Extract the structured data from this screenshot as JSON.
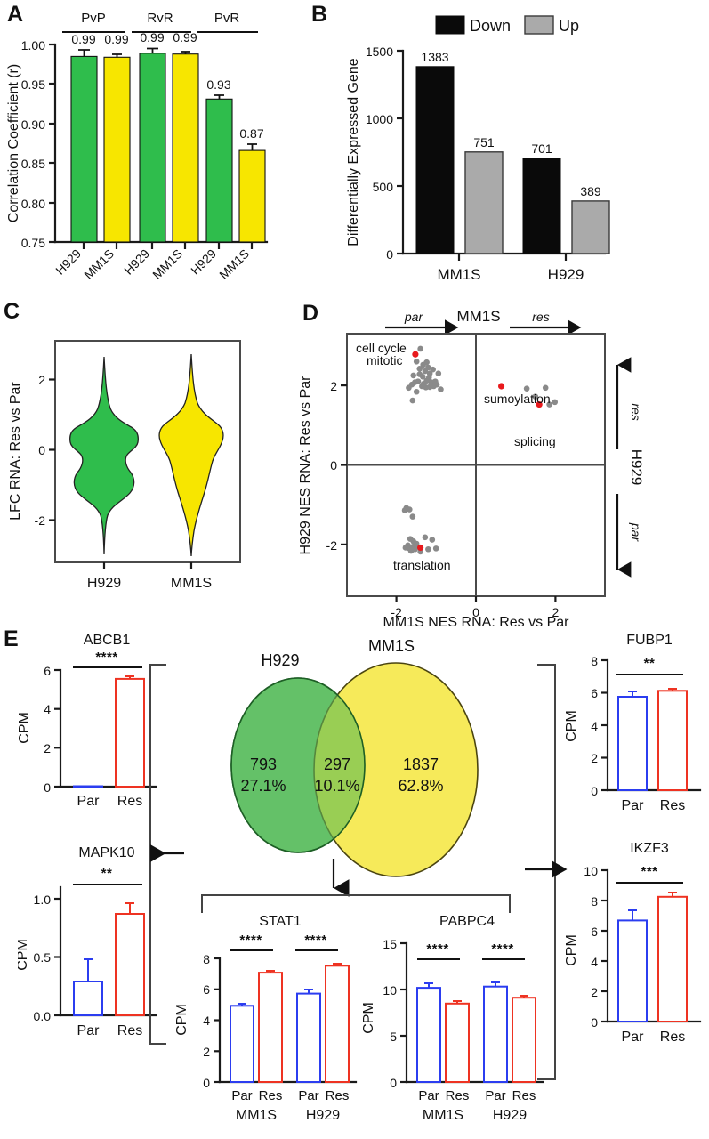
{
  "panels": {
    "a": {
      "letter": "A"
    },
    "b": {
      "letter": "B"
    },
    "c": {
      "letter": "C"
    },
    "d": {
      "letter": "D"
    },
    "e": {
      "letter": "E"
    }
  },
  "colors": {
    "green": "#2fbd4c",
    "yellow": "#f7e600",
    "venn_green": "#5fbf63",
    "venn_yellow": "#f5e63d",
    "black": "#0a0a0a",
    "gray": "#aaaaaa",
    "blue": "#2b3df0",
    "red": "#ee3322",
    "highlight_red": "#e8191c"
  },
  "chart_data": [
    {
      "id": "panel-a",
      "type": "bar",
      "title": "",
      "ylabel": "Correlation Coefficient (r)",
      "xlabel": "",
      "ylim": [
        0.75,
        1.0
      ],
      "yticks": [
        "0.75",
        "0.80",
        "0.85",
        "0.90",
        "0.95",
        "1.00"
      ],
      "group_headers": [
        "PvP",
        "RvR",
        "PvR"
      ],
      "categories": [
        "H929",
        "MM1S",
        "H929",
        "MM1S",
        "H929",
        "MM1S"
      ],
      "values": [
        0.985,
        0.984,
        0.989,
        0.988,
        0.931,
        0.866
      ],
      "errors": [
        0.003,
        0.001,
        0.002,
        0.001,
        0.002,
        0.003
      ],
      "data_labels": [
        "0.99",
        "0.99",
        "0.99",
        "0.99",
        "0.93",
        "0.87"
      ],
      "bar_colors": [
        "green",
        "yellow",
        "green",
        "yellow",
        "green",
        "yellow"
      ],
      "grid": false
    },
    {
      "id": "panel-b",
      "type": "bar",
      "title": "",
      "ylabel": "Differentially Expressed Gene",
      "xlabel": "",
      "ylim": [
        0,
        1500
      ],
      "yticks": [
        "0",
        "500",
        "1000",
        "1500"
      ],
      "categories": [
        "MM1S",
        "H929"
      ],
      "legend": [
        "Down",
        "Up"
      ],
      "legend_position": "top",
      "series": [
        {
          "name": "Down",
          "values": [
            1383,
            701
          ],
          "color": "black"
        },
        {
          "name": "Up",
          "values": [
            751,
            389
          ],
          "color": "gray"
        }
      ],
      "data_labels": [
        "1383",
        "751",
        "701",
        "389"
      ],
      "grid": false
    },
    {
      "id": "panel-c",
      "type": "violin",
      "title": "",
      "ylabel": "LFC RNA: Res vs Par",
      "xlabel": "",
      "ylim": [
        -3.2,
        3.1
      ],
      "yticks": [
        "-2",
        "0",
        "2"
      ],
      "categories": [
        "H929",
        "MM1S"
      ],
      "violin_colors": [
        "green",
        "yellow"
      ],
      "grid": false
    },
    {
      "id": "panel-d",
      "type": "scatter",
      "title": "MM1S",
      "xlabel": "MM1S NES RNA: Res vs Par",
      "ylabel": "H929 NES RNA: Res vs Par",
      "right_axis_label": "H929",
      "xlim": [
        -3.3,
        3.3
      ],
      "ylim": [
        -3.3,
        3.3
      ],
      "xticks": [
        "-2",
        "0",
        "2"
      ],
      "yticks": [
        "-2",
        "0",
        "2"
      ],
      "top_left_arrow_label": "par",
      "top_right_arrow_label": "res",
      "right_up_arrow_label": "res",
      "right_down_arrow_label": "par",
      "annotations": [
        {
          "label": "cell cycle",
          "x": -1.55,
          "y": 2.78
        },
        {
          "label": "mitotic",
          "x": -1.55,
          "y": 2.7
        },
        {
          "label": "sumoylation",
          "x": 0.65,
          "y": 1.98
        },
        {
          "label": "splicing",
          "x": 1.62,
          "y": 1.52
        },
        {
          "label": "translation",
          "x": -1.42,
          "y": -2.08
        }
      ],
      "highlight_points": [
        {
          "x": -1.55,
          "y": 2.78
        },
        {
          "x": 0.65,
          "y": 1.98
        },
        {
          "x": 1.62,
          "y": 1.52
        },
        {
          "x": -1.42,
          "y": -2.08
        }
      ],
      "gray_points": [
        [
          -1.42,
          2.92
        ],
        [
          -1.52,
          2.6
        ],
        [
          -1.35,
          2.52
        ],
        [
          -1.22,
          2.45
        ],
        [
          -1.1,
          2.4
        ],
        [
          -1.3,
          2.36
        ],
        [
          -1.18,
          2.3
        ],
        [
          -1.44,
          2.28
        ],
        [
          -1.6,
          2.25
        ],
        [
          -1.36,
          2.22
        ],
        [
          -1.26,
          2.12
        ],
        [
          -1.14,
          2.08
        ],
        [
          -1.04,
          2.1
        ],
        [
          -0.96,
          2.3
        ],
        [
          -1.48,
          2.1
        ],
        [
          -1.56,
          2.08
        ],
        [
          -1.64,
          2.02
        ],
        [
          -1.72,
          1.94
        ],
        [
          -1.38,
          1.98
        ],
        [
          -1.28,
          1.95
        ],
        [
          -1.18,
          1.96
        ],
        [
          -1.08,
          1.98
        ],
        [
          -1.0,
          2.02
        ],
        [
          -0.9,
          1.9
        ],
        [
          -1.52,
          1.84
        ],
        [
          -1.62,
          1.62
        ],
        [
          -1.44,
          2.42
        ],
        [
          -1.26,
          2.58
        ],
        [
          -1.2,
          2.2
        ],
        [
          -1.34,
          2.04
        ],
        [
          1.3,
          1.92
        ],
        [
          1.78,
          1.94
        ],
        [
          1.52,
          1.72
        ],
        [
          2.02,
          1.58
        ],
        [
          1.88,
          1.52
        ],
        [
          -1.78,
          -1.08
        ],
        [
          -1.7,
          -1.12
        ],
        [
          -1.82,
          -1.14
        ],
        [
          -1.62,
          -1.3
        ],
        [
          -1.68,
          -1.86
        ],
        [
          -1.6,
          -1.92
        ],
        [
          -1.74,
          -2.02
        ],
        [
          -1.8,
          -2.08
        ],
        [
          -1.7,
          -2.1
        ],
        [
          -1.62,
          -2.06
        ],
        [
          -1.56,
          -2.12
        ],
        [
          -1.66,
          -2.16
        ],
        [
          -1.52,
          -1.98
        ],
        [
          -1.3,
          -1.82
        ],
        [
          -1.12,
          -1.88
        ],
        [
          -1.22,
          -2.12
        ],
        [
          -1.02,
          -2.1
        ],
        [
          -1.42,
          -2.18
        ],
        [
          -1.5,
          -2.06
        ]
      ],
      "grid": false
    },
    {
      "id": "abcb1",
      "type": "bar",
      "title": "ABCB1",
      "ylabel": "CPM",
      "ylim": [
        0,
        6
      ],
      "yticks": [
        "0",
        "2",
        "4",
        "6"
      ],
      "categories": [
        "Par",
        "Res"
      ],
      "values": [
        0.02,
        5.55
      ],
      "errors": [
        0.02,
        0.06
      ],
      "bar_colors": [
        "blue",
        "red"
      ],
      "significance": "****"
    },
    {
      "id": "mapk10",
      "type": "bar",
      "title": "MAPK10",
      "ylabel": "CPM",
      "ylim": [
        0,
        1.1
      ],
      "yticks": [
        "0.0",
        "0.5",
        "1.0"
      ],
      "categories": [
        "Par",
        "Res"
      ],
      "values": [
        0.29,
        0.87
      ],
      "errors": [
        0.19,
        0.09
      ],
      "bar_colors": [
        "blue",
        "red"
      ],
      "significance": "**"
    },
    {
      "id": "fubp1",
      "type": "bar",
      "title": "FUBP1",
      "ylabel": "CPM",
      "ylim": [
        0,
        8
      ],
      "yticks": [
        "0",
        "2",
        "4",
        "6",
        "8"
      ],
      "categories": [
        "Par",
        "Res"
      ],
      "values": [
        5.75,
        6.12
      ],
      "errors": [
        0.16,
        0.05
      ],
      "bar_colors": [
        "blue",
        "red"
      ],
      "significance": "**"
    },
    {
      "id": "ikzf3",
      "type": "bar",
      "title": "IKZF3",
      "ylabel": "CPM",
      "ylim": [
        0,
        10
      ],
      "yticks": [
        "0",
        "2",
        "4",
        "6",
        "8",
        "10"
      ],
      "categories": [
        "Par",
        "Res"
      ],
      "values": [
        6.68,
        8.25
      ],
      "errors": [
        0.33,
        0.12
      ],
      "bar_colors": [
        "blue",
        "red"
      ],
      "significance": "***"
    },
    {
      "id": "stat1",
      "type": "bar",
      "title": "STAT1",
      "ylabel": "CPM",
      "ylim": [
        0,
        8
      ],
      "yticks": [
        "0",
        "2",
        "4",
        "6",
        "8"
      ],
      "categories": [
        "Par",
        "Res",
        "Par",
        "Res"
      ],
      "group_labels": [
        "MM1S",
        "H929"
      ],
      "values": [
        4.93,
        7.07,
        5.72,
        7.52
      ],
      "errors": [
        0.08,
        0.08,
        0.15,
        0.07
      ],
      "bar_colors": [
        "blue",
        "red",
        "blue",
        "red"
      ],
      "significance": [
        "****",
        "****"
      ]
    },
    {
      "id": "pabpc4",
      "type": "bar",
      "title": "PABPC4",
      "ylabel": "CPM",
      "ylim": [
        0,
        15
      ],
      "yticks": [
        "0",
        "5",
        "10",
        "15"
      ],
      "categories": [
        "Par",
        "Res",
        "Par",
        "Res"
      ],
      "group_labels": [
        "MM1S",
        "H929"
      ],
      "values": [
        10.18,
        8.48,
        10.32,
        9.12
      ],
      "errors": [
        0.22,
        0.12,
        0.18,
        0.1
      ],
      "bar_colors": [
        "blue",
        "red",
        "blue",
        "red"
      ],
      "significance": [
        "****",
        "****"
      ]
    },
    {
      "id": "venn",
      "type": "venn",
      "sets": [
        {
          "label": "H929",
          "count": "793",
          "percent": "27.1%",
          "color": "venn_green"
        },
        {
          "label": "MM1S",
          "count": "1837",
          "percent": "62.8%",
          "color": "venn_yellow"
        }
      ],
      "intersection": {
        "count": "297",
        "percent": "10.1%"
      }
    }
  ]
}
